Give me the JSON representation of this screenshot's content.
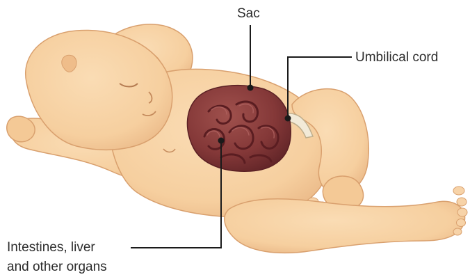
{
  "labels": {
    "sac": "Sac",
    "umbilical_cord": "Umbilical cord",
    "organs_line1": "Intestines, liver",
    "organs_line2": "and other organs"
  },
  "colors": {
    "skin": "#f6cf9f",
    "skin_shadow": "#e9b683",
    "skin_outline": "#d9a06e",
    "sac": "#8a3b3b",
    "intestines": "#6e2427",
    "cord": "#f2ead8",
    "leader_line": "#1a1a1a"
  }
}
